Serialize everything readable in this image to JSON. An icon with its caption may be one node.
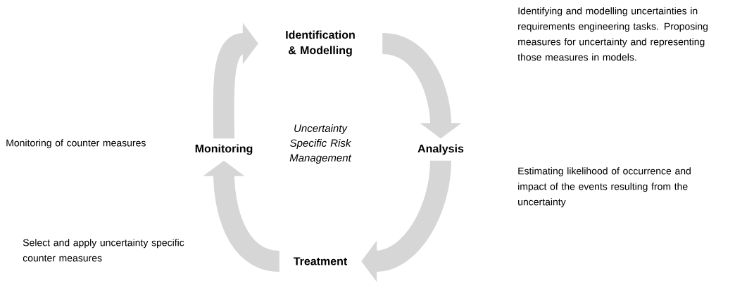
{
  "diagram": {
    "nodes": [
      {
        "text": [
          "Uncertainty Specific Risk Management"
        ]
      },
      {
        "text": [
          "Identification & Modelling"
        ]
      },
      {
        "text": [
          "Analysis"
        ]
      },
      {
        "text": [
          "Treatment"
        ]
      },
      {
        "text": [
          "Monitoring"
        ]
      }
    ],
    "edges": [
      {
        "from": 1,
        "to": 2,
        "arrow": "to"
      },
      {
        "from": 2,
        "to": 3,
        "arrow": "to"
      },
      {
        "from": 3,
        "to": 4,
        "arrow": "to"
      },
      {
        "from": 4,
        "to": 1,
        "arrow": "to"
      }
    ],
    "labels": [
      "Identifying and modelling uncertainties in requirements engineering tasks. Proposing measures for uncertainty and representing those measures in models.",
      "Monitoring of counter measures",
      "Estimating likelihood of occurrence and impact of the events resulting from the uncertainty",
      "Select and apply uncertainty specific counter measures"
    ]
  }
}
